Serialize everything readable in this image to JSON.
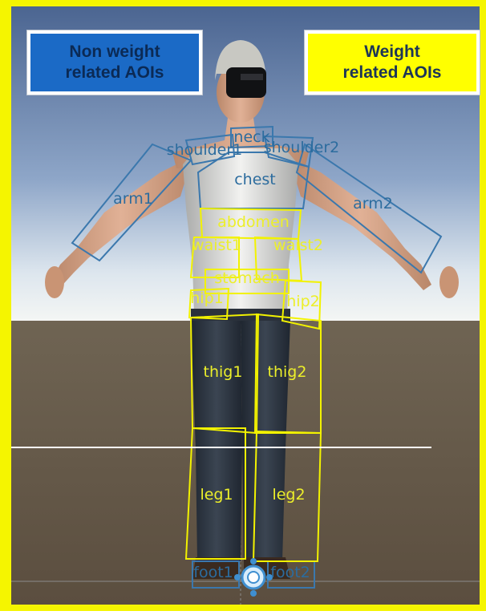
{
  "legend": {
    "non_weight": {
      "line1": "Non weight",
      "line2": "related AOIs",
      "color": "#1b6ac6"
    },
    "weight": {
      "line1": "Weight",
      "line2": "related AOIs",
      "color": "#ffff00"
    }
  },
  "aoi_colors": {
    "non_weight": "#3b78ad",
    "weight": "#f2f200"
  },
  "aois": {
    "non_weight": {
      "neck": "neck",
      "shoulder1": "shoulder1",
      "shoulder2": "shoulder2",
      "chest": "chest",
      "arm1": "arm1",
      "arm2": "arm2",
      "foot1": "foot1",
      "foot2": "foot2"
    },
    "weight": {
      "abdomen": "abdomen",
      "waist1": "waist1",
      "waist2": "waist2",
      "stomach": "stomach",
      "hip1": "hip1",
      "hip2": "hip2",
      "thig1": "thig1",
      "thig2": "thig2",
      "leg1": "leg1",
      "leg2": "leg2"
    }
  }
}
